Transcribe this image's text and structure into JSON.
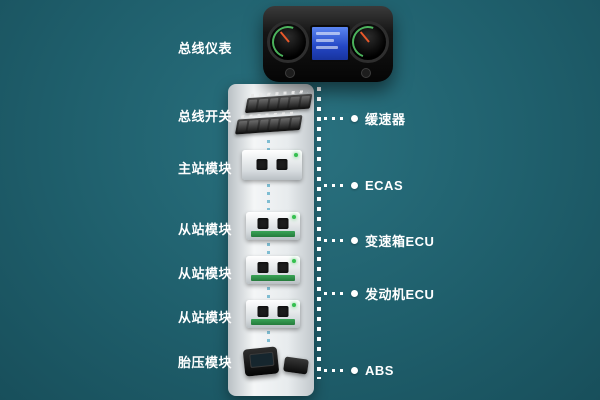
{
  "diagram": {
    "title": "vehicle-bus-system-diagram",
    "left_items": [
      {
        "label": "总线仪表"
      },
      {
        "label": "总线开关"
      },
      {
        "label": "主站模块"
      },
      {
        "label": "从站模块"
      },
      {
        "label": "从站模块"
      },
      {
        "label": "从站模块"
      },
      {
        "label": "胎压模块"
      }
    ],
    "right_items": [
      {
        "label": "缓速器"
      },
      {
        "label": "ECAS"
      },
      {
        "label": "变速箱ECU"
      },
      {
        "label": "发动机ECU"
      },
      {
        "label": "ABS"
      }
    ]
  },
  "colors": {
    "background": "#1f5f6c",
    "panel": "#e7ebed",
    "text": "#ffffff",
    "trunk_line": "#ffffff",
    "module_link": "#7fbdd2",
    "led": "#35c04f",
    "screen": "#2346c4"
  }
}
